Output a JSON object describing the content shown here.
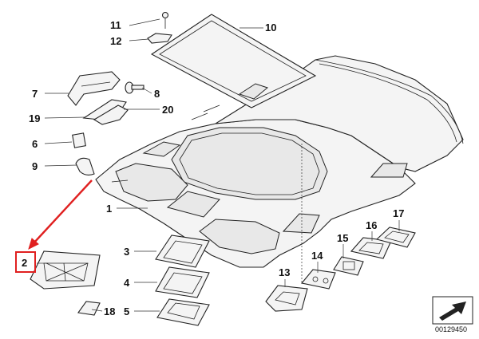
{
  "callouts": {
    "c1": "1",
    "c2": "2",
    "c3": "3",
    "c4": "4",
    "c5": "5",
    "c6": "6",
    "c7": "7",
    "c8": "8",
    "c9": "9",
    "c10": "10",
    "c11": "11",
    "c12": "12",
    "c13": "13",
    "c14": "14",
    "c15": "15",
    "c16": "16",
    "c17": "17",
    "c18": "18",
    "c19": "19",
    "c20": "20"
  },
  "diagram_code": "00129450",
  "highlight_color": "#e02020"
}
